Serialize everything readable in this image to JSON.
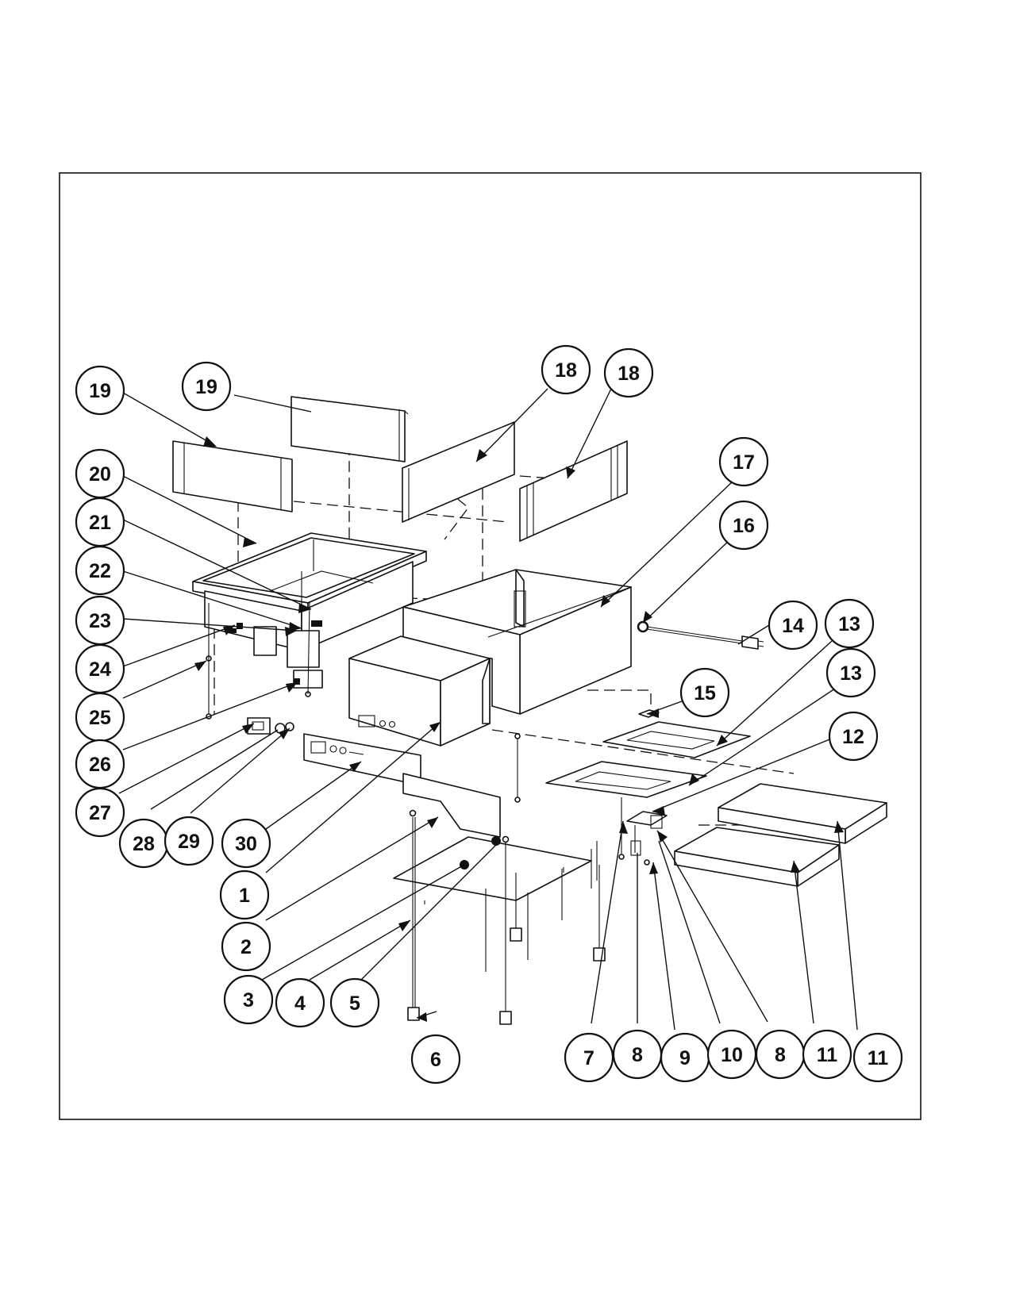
{
  "diagram": {
    "callouts": [
      {
        "label": "1"
      },
      {
        "label": "2"
      },
      {
        "label": "3"
      },
      {
        "label": "4"
      },
      {
        "label": "5"
      },
      {
        "label": "6"
      },
      {
        "label": "7"
      },
      {
        "label": "8"
      },
      {
        "label": "9"
      },
      {
        "label": "10"
      },
      {
        "label": "8"
      },
      {
        "label": "11"
      },
      {
        "label": "11"
      },
      {
        "label": "12"
      },
      {
        "label": "13"
      },
      {
        "label": "13"
      },
      {
        "label": "14"
      },
      {
        "label": "15"
      },
      {
        "label": "16"
      },
      {
        "label": "17"
      },
      {
        "label": "18"
      },
      {
        "label": "18"
      },
      {
        "label": "19"
      },
      {
        "label": "19"
      },
      {
        "label": "20"
      },
      {
        "label": "21"
      },
      {
        "label": "22"
      },
      {
        "label": "23"
      },
      {
        "label": "24"
      },
      {
        "label": "25"
      },
      {
        "label": "26"
      },
      {
        "label": "27"
      },
      {
        "label": "28"
      },
      {
        "label": "29"
      },
      {
        "label": "30"
      }
    ]
  }
}
